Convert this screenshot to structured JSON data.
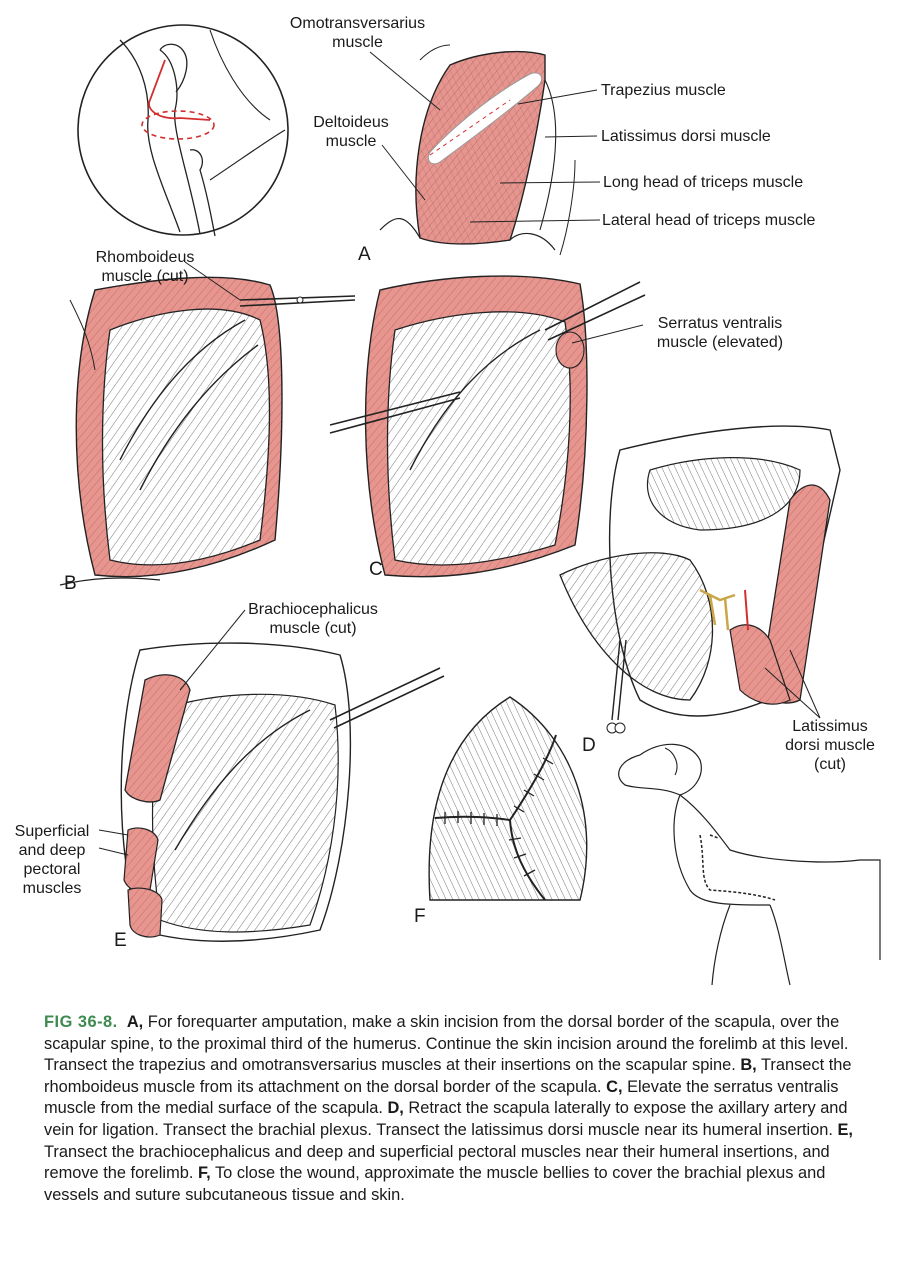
{
  "labels": {
    "omotransversarius": [
      "Omotransversarius",
      "muscle"
    ],
    "trapezius": "Trapezius muscle",
    "deltoideus": [
      "Deltoideus",
      "muscle"
    ],
    "latissimus": "Latissimus dorsi muscle",
    "long_head": "Long head of triceps muscle",
    "lateral_head": "Lateral head of triceps muscle",
    "rhomboideus": [
      "Rhomboideus",
      "muscle (cut)"
    ],
    "serratus": [
      "Serratus ventralis",
      "muscle (elevated)"
    ],
    "brachiocephalicus": [
      "Brachiocephalicus",
      "muscle (cut)"
    ],
    "latissimus_cut": [
      "Latissimus",
      "dorsi muscle",
      "(cut)"
    ],
    "pectoral": [
      "Superficial",
      "and deep",
      "pectoral",
      "muscles"
    ]
  },
  "panels": {
    "a": "A",
    "b": "B",
    "c": "C",
    "d": "D",
    "e": "E",
    "f": "F"
  },
  "caption": {
    "fig_label": "FIG 36-8.",
    "a_letter": "A,",
    "a_text": " For forequarter amputation, make a skin incision from the dorsal border of the scapula, over the scapular spine, to the proximal third of the humerus. Continue the skin incision around the forelimb at this level. Transect the trapezius and omotransversarius muscles at their insertions on the scapular spine. ",
    "b_letter": "B,",
    "b_text": " Transect the rhomboideus muscle from its attachment on the dorsal border of the scapula. ",
    "c_letter": "C,",
    "c_text": " Elevate the serratus ventralis muscle from the medial surface of the scapula. ",
    "d_letter": "D,",
    "d_text": " Retract the scapula laterally to expose the axillary artery and vein for ligation. Transect the brachial plexus. Transect the latissimus dorsi muscle near its humeral insertion. ",
    "e_letter": "E,",
    "e_text": " Transect the brachiocephalicus and deep and superficial pectoral muscles near their humeral insertions, and remove the forelimb. ",
    "f_letter": "F,",
    "f_text": " To close the wound, approximate the muscle bellies to cover the brachial plexus and vessels and suture subcutaneous tissue and skin."
  },
  "colors": {
    "muscle_red": "#e6958f",
    "incision_red": "#d32f2f",
    "caption_green": "#3f8a4f",
    "line": "#222222"
  }
}
